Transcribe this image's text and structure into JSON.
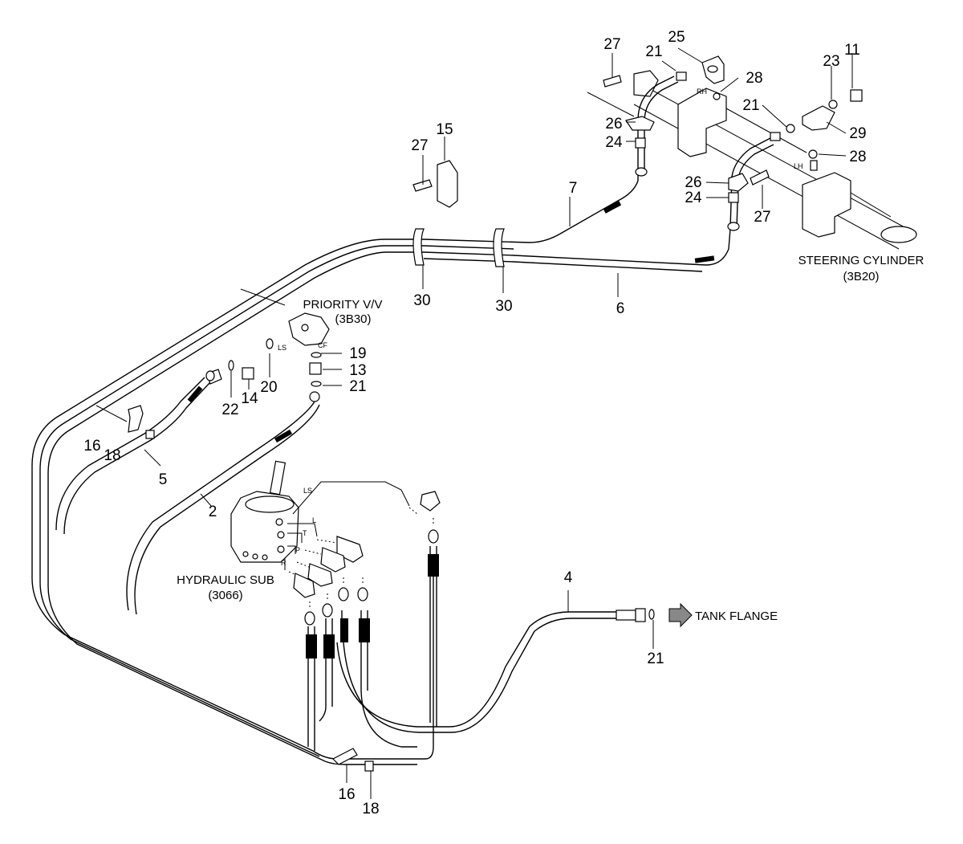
{
  "callouts": {
    "c2": "2",
    "c4": "4",
    "c5": "5",
    "c6": "6",
    "c7": "7",
    "c11": "11",
    "c13": "13",
    "c14": "14",
    "c15": "15",
    "c16a": "16",
    "c16b": "16",
    "c18a": "18",
    "c18b": "18",
    "c19": "19",
    "c20": "20",
    "c21a": "21",
    "c21b": "21",
    "c21c": "21",
    "c21d": "21",
    "c22": "22",
    "c23": "23",
    "c24a": "24",
    "c24b": "24",
    "c25": "25",
    "c26a": "26",
    "c26b": "26",
    "c27a": "27",
    "c27b": "27",
    "c27c": "27",
    "c28a": "28",
    "c28b": "28",
    "c29": "29",
    "c30a": "30",
    "c30b": "30"
  },
  "labels": {
    "priority_valve": "PRIORITY V/V",
    "priority_valve_ref": "(3B30)",
    "hydraulic_sub": "HYDRAULIC SUB",
    "hydraulic_sub_ref": "(3066)",
    "steering_cylinder": "STEERING CYLINDER",
    "steering_cylinder_ref": "(3B20)",
    "tank_flange": "TANK FLANGE"
  },
  "port_labels": {
    "ls_valve": "LS",
    "cf": "CF",
    "rh": "RH",
    "lh": "LH",
    "ls_sub": "LS",
    "l": "L",
    "t": "T",
    "p": "P",
    "r": "R"
  },
  "icons": [
    "tank-flange-arrow-icon"
  ],
  "colors": {
    "line": "#000000",
    "background": "#ffffff"
  }
}
